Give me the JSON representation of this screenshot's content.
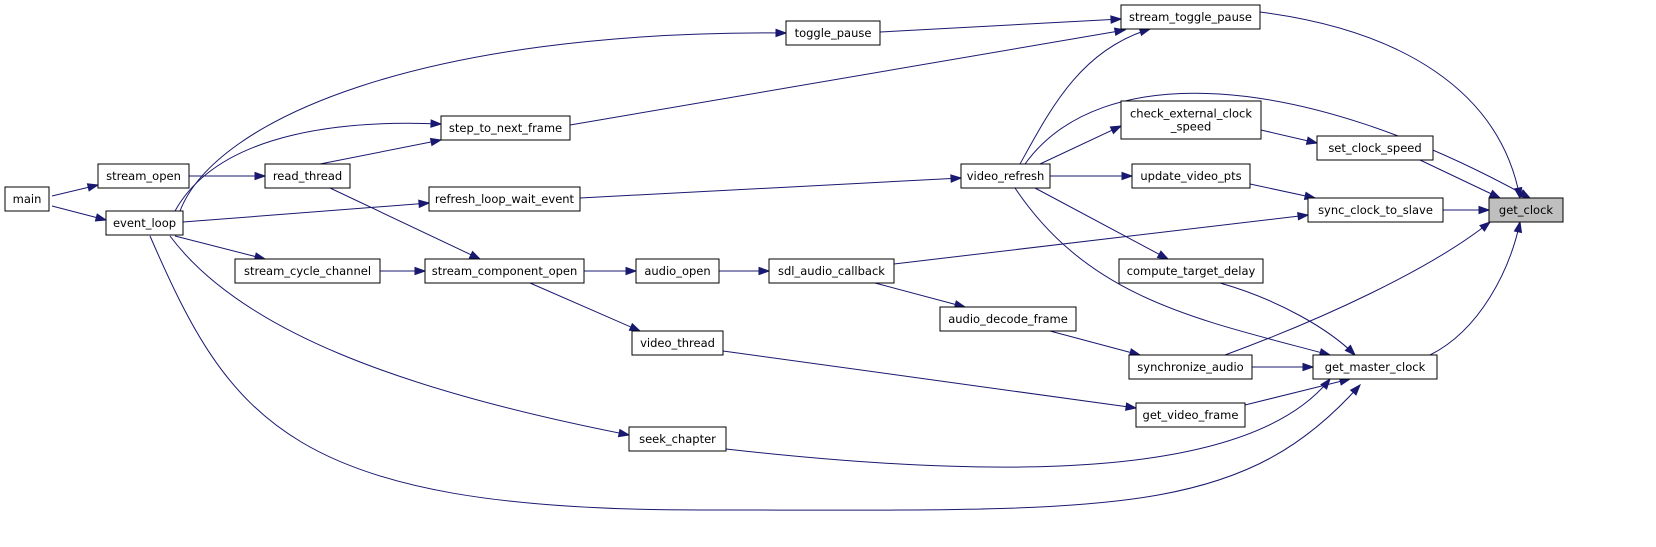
{
  "graph": {
    "edge_color": "#191970",
    "node_border": "#000000",
    "root_fill": "#bfbfbf",
    "root": "get_clock",
    "nodes": [
      {
        "id": "main",
        "lines": [
          "main"
        ]
      },
      {
        "id": "stream_open",
        "lines": [
          "stream_open"
        ]
      },
      {
        "id": "event_loop",
        "lines": [
          "event_loop"
        ]
      },
      {
        "id": "read_thread",
        "lines": [
          "read_thread"
        ]
      },
      {
        "id": "stream_cycle_channel",
        "lines": [
          "stream_cycle_channel"
        ]
      },
      {
        "id": "toggle_pause",
        "lines": [
          "toggle_pause"
        ]
      },
      {
        "id": "step_to_next_frame",
        "lines": [
          "step_to_next_frame"
        ]
      },
      {
        "id": "refresh_loop_wait_event",
        "lines": [
          "refresh_loop_wait_event"
        ]
      },
      {
        "id": "stream_component_open",
        "lines": [
          "stream_component_open"
        ]
      },
      {
        "id": "video_thread",
        "lines": [
          "video_thread"
        ]
      },
      {
        "id": "seek_chapter",
        "lines": [
          "seek_chapter"
        ]
      },
      {
        "id": "audio_open",
        "lines": [
          "audio_open"
        ]
      },
      {
        "id": "sdl_audio_callback",
        "lines": [
          "sdl_audio_callback"
        ]
      },
      {
        "id": "audio_decode_frame",
        "lines": [
          "audio_decode_frame"
        ]
      },
      {
        "id": "video_refresh",
        "lines": [
          "video_refresh"
        ]
      },
      {
        "id": "stream_toggle_pause",
        "lines": [
          "stream_toggle_pause"
        ]
      },
      {
        "id": "check_external_clock_speed",
        "lines": [
          "check_external_clock",
          "_speed"
        ]
      },
      {
        "id": "update_video_pts",
        "lines": [
          "update_video_pts"
        ]
      },
      {
        "id": "compute_target_delay",
        "lines": [
          "compute_target_delay"
        ]
      },
      {
        "id": "synchronize_audio",
        "lines": [
          "synchronize_audio"
        ]
      },
      {
        "id": "get_video_frame",
        "lines": [
          "get_video_frame"
        ]
      },
      {
        "id": "set_clock_speed",
        "lines": [
          "set_clock_speed"
        ]
      },
      {
        "id": "sync_clock_to_slave",
        "lines": [
          "sync_clock_to_slave"
        ]
      },
      {
        "id": "get_master_clock",
        "lines": [
          "get_master_clock"
        ]
      },
      {
        "id": "get_clock",
        "lines": [
          "get_clock"
        ]
      }
    ],
    "edges": [
      [
        "main",
        "stream_open"
      ],
      [
        "main",
        "event_loop"
      ],
      [
        "stream_open",
        "read_thread"
      ],
      [
        "event_loop",
        "toggle_pause"
      ],
      [
        "event_loop",
        "step_to_next_frame"
      ],
      [
        "event_loop",
        "refresh_loop_wait_event"
      ],
      [
        "event_loop",
        "stream_cycle_channel"
      ],
      [
        "event_loop",
        "seek_chapter"
      ],
      [
        "event_loop",
        "get_master_clock"
      ],
      [
        "read_thread",
        "step_to_next_frame"
      ],
      [
        "read_thread",
        "stream_component_open"
      ],
      [
        "stream_cycle_channel",
        "stream_component_open"
      ],
      [
        "toggle_pause",
        "stream_toggle_pause"
      ],
      [
        "step_to_next_frame",
        "stream_toggle_pause"
      ],
      [
        "refresh_loop_wait_event",
        "video_refresh"
      ],
      [
        "stream_component_open",
        "audio_open"
      ],
      [
        "stream_component_open",
        "video_thread"
      ],
      [
        "audio_open",
        "sdl_audio_callback"
      ],
      [
        "sdl_audio_callback",
        "audio_decode_frame"
      ],
      [
        "sdl_audio_callback",
        "sync_clock_to_slave"
      ],
      [
        "audio_decode_frame",
        "synchronize_audio"
      ],
      [
        "video_thread",
        "get_video_frame"
      ],
      [
        "seek_chapter",
        "get_master_clock"
      ],
      [
        "video_refresh",
        "stream_toggle_pause"
      ],
      [
        "video_refresh",
        "check_external_clock_speed"
      ],
      [
        "video_refresh",
        "update_video_pts"
      ],
      [
        "video_refresh",
        "compute_target_delay"
      ],
      [
        "video_refresh",
        "get_master_clock"
      ],
      [
        "video_refresh",
        "get_clock"
      ],
      [
        "stream_toggle_pause",
        "get_clock"
      ],
      [
        "check_external_clock_speed",
        "set_clock_speed"
      ],
      [
        "update_video_pts",
        "sync_clock_to_slave"
      ],
      [
        "compute_target_delay",
        "get_master_clock"
      ],
      [
        "synchronize_audio",
        "get_master_clock"
      ],
      [
        "get_video_frame",
        "get_master_clock"
      ],
      [
        "set_clock_speed",
        "get_clock"
      ],
      [
        "sync_clock_to_slave",
        "get_clock"
      ],
      [
        "get_master_clock",
        "get_clock"
      ],
      [
        "synchronize_audio",
        "get_clock"
      ]
    ]
  }
}
